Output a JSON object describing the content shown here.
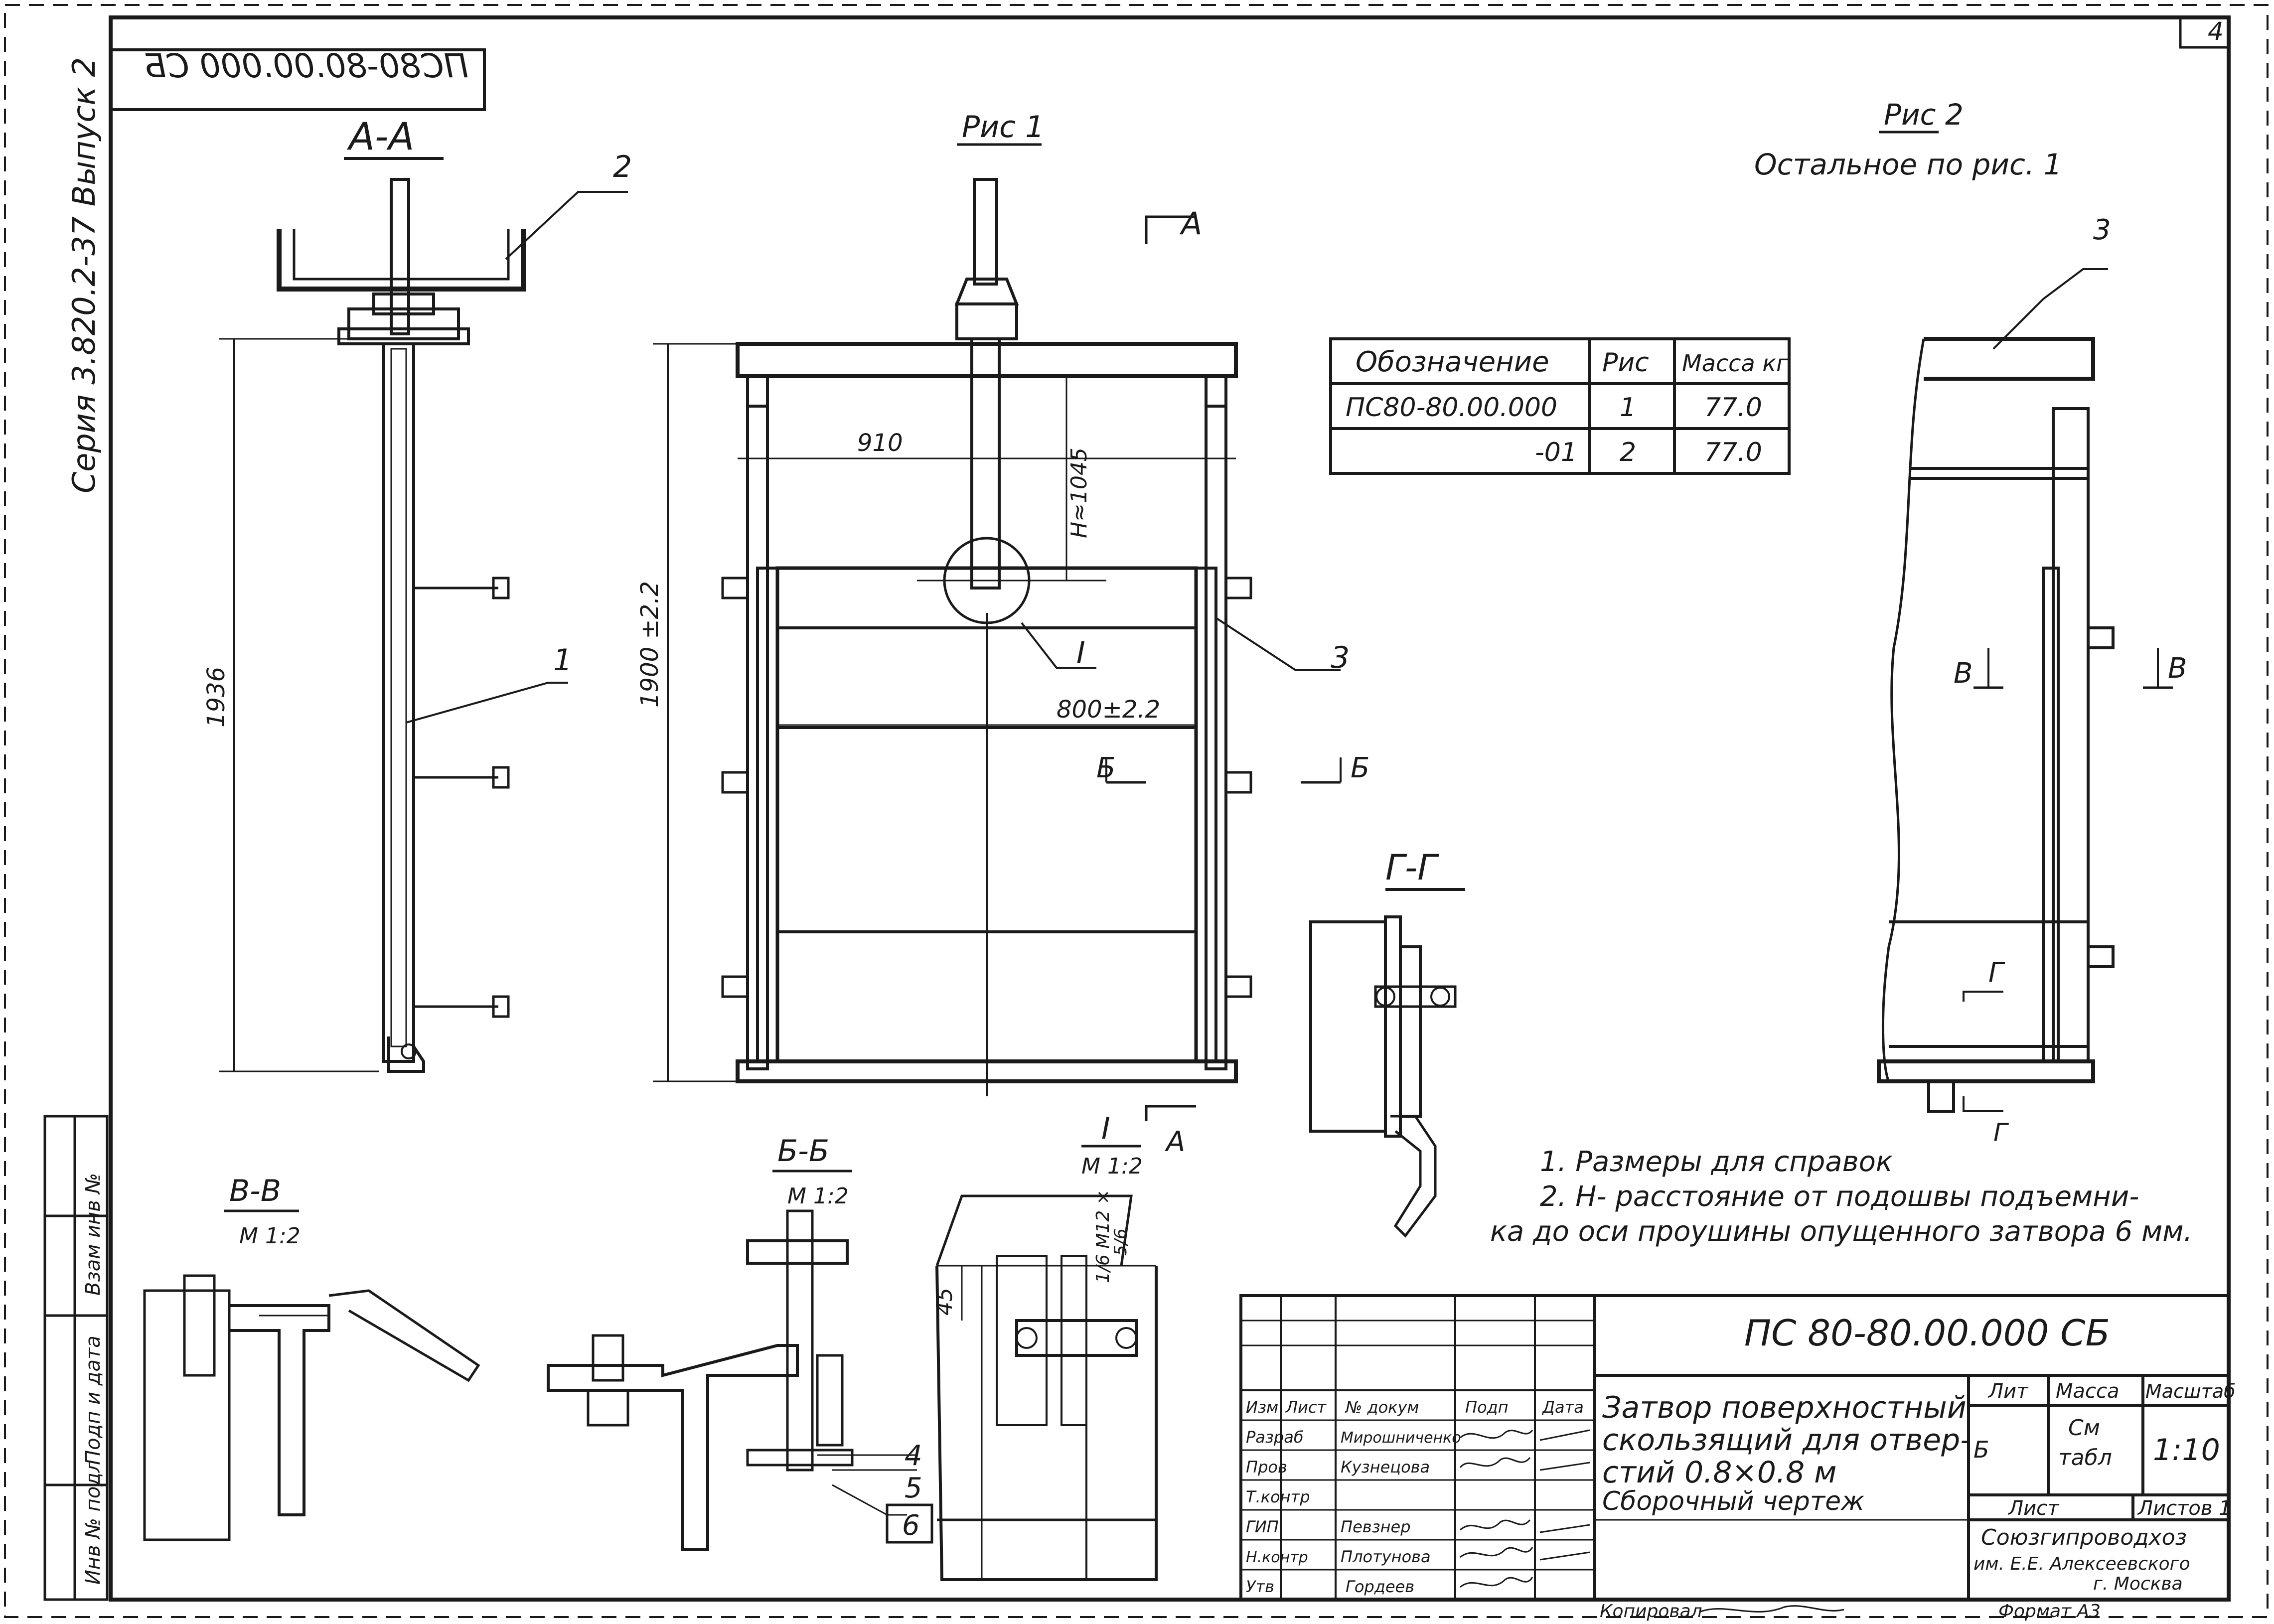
{
  "drawing_code_mirrored": "ПС80-80.00.000 СБ",
  "sheet_number": "4",
  "series": "Серия 3.820.2-37 Выпуск 2",
  "views": {
    "section_aa": "А-А",
    "fig1": "Рис 1",
    "fig2": "Рис 2",
    "fig2_note": "Остальное по рис. 1",
    "section_gg": "Г-Г",
    "section_vv": "В-В",
    "section_bb": "Б-Б",
    "detail_i": "I",
    "scale_m12": "М 1:2"
  },
  "callouts": {
    "one": "1",
    "two": "2",
    "three": "3",
    "three_b": "3",
    "four": "4",
    "five": "5",
    "six": "6",
    "detail_i_ref": "I"
  },
  "section_marks": {
    "a_top": "А",
    "a_bottom": "А",
    "b_left": "Б",
    "b_right": "Б",
    "v_left": "В",
    "v_right": "В",
    "g_top": "Г",
    "g_bottom": "Г"
  },
  "dimensions": {
    "height_1936": "1936",
    "height_1900": "1900 ±2.2",
    "width_910": "910",
    "height_h": "Н≈1045",
    "width_800": "800±2.2",
    "dim_45": "45",
    "bolt_label": "1/6 М12 ×",
    "bolt_label2": "5/6"
  },
  "spec_table": {
    "headers": [
      "Обозначение",
      "Рис",
      "Масса кг"
    ],
    "rows": [
      [
        "ПС80-80.00.000",
        "1",
        "77.0"
      ],
      [
        "-01",
        "2",
        "77.0"
      ]
    ]
  },
  "notes": [
    "1. Размеры для справок",
    "2. Н- расстояние от подошвы подъемни-",
    "ка до оси проушины опущенного затвора 6 мм."
  ],
  "title_block": {
    "code": "ПС 80-80.00.000 СБ",
    "title_lines": [
      "Затвор поверхностный",
      "скользящий для отвер-",
      "стий 0.8×0.8 м",
      "Сборочный чертеж"
    ],
    "lit_label": "Лит",
    "mass_label": "Масса",
    "scale_label": "Масштаб",
    "lit_value": "Б",
    "mass_value_1": "См",
    "mass_value_2": "табл",
    "scale_value": "1:10",
    "sheet_label": "Лист",
    "sheets_label": "Листов 1",
    "org_lines": [
      "Союзгипроводхоз",
      "им. Е.Е. Алексеевского",
      "г. Москва"
    ],
    "rev_headers": [
      "Изм",
      "Лист",
      "№ докум",
      "Подп",
      "Дата"
    ],
    "roles": [
      [
        "Разраб",
        "Мирошниченко"
      ],
      [
        "Пров",
        "Кузнецова"
      ],
      [
        "Т.контр",
        ""
      ],
      [
        "ГИП",
        "Певзнер"
      ],
      [
        "Н.контр",
        "Плотунова"
      ],
      [
        "Утв",
        "Гордеев"
      ]
    ],
    "copied": "Копировал",
    "format": "Формат А3"
  },
  "left_strip": [
    "Инв № подл",
    "Подп и дата",
    "Взам инв №"
  ]
}
